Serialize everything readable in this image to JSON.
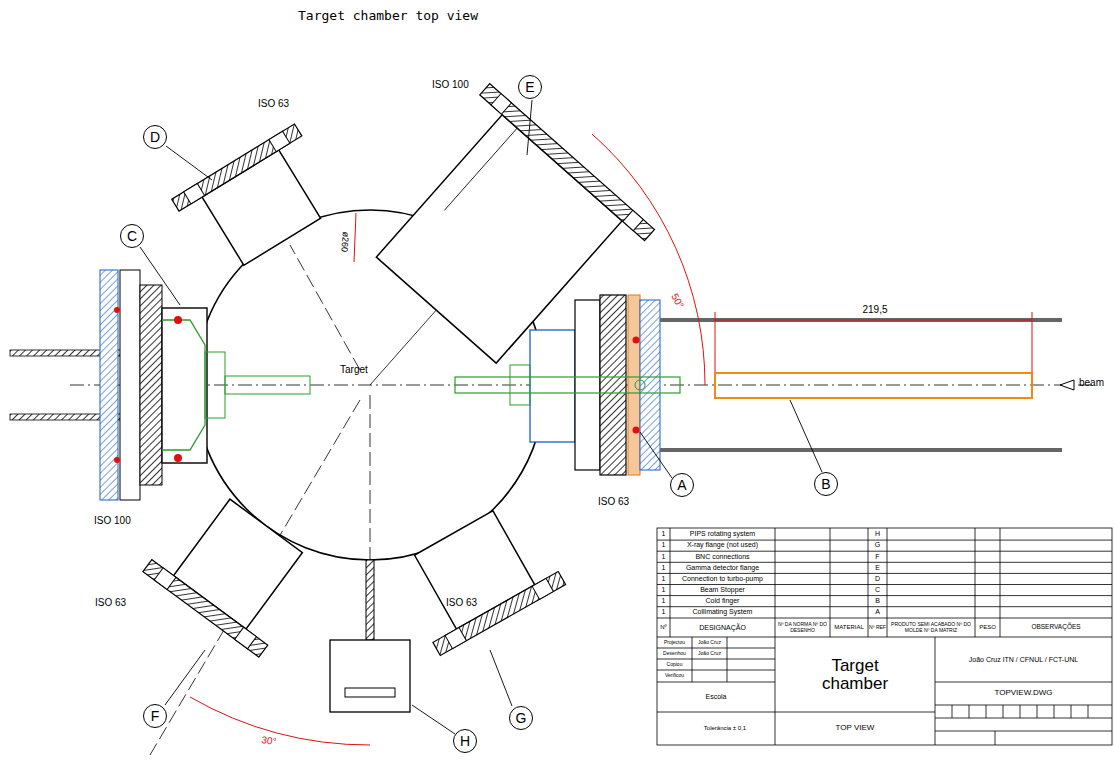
{
  "diagram": {
    "title": "Target chamber top view",
    "nodes": [
      {
        "text": [
          "E"
        ]
      },
      {
        "text": [
          "D"
        ]
      },
      {
        "text": [
          "C"
        ]
      },
      {
        "text": [
          "A"
        ]
      },
      {
        "text": [
          "B"
        ]
      },
      {
        "text": [
          "F"
        ]
      },
      {
        "text": [
          "G"
        ]
      },
      {
        "text": [
          "H"
        ]
      }
    ],
    "labels": [
      "ISO 63",
      "ISO 100",
      "ø260",
      "50°",
      "219,5",
      "beam",
      "Target",
      "ISO 100",
      "ISO 63",
      "ISO 63",
      "ISO 63",
      "30°",
      "1",
      "PIPS rotating system",
      "H",
      "1",
      "X-ray flange (not used)",
      "G",
      "1",
      "BNC connections",
      "F",
      "1",
      "Gamma detector flange",
      "E",
      "1",
      "Connection to turbo-pump",
      "D",
      "1",
      "Beam Stopper",
      "C",
      "1",
      "Cold finger",
      "B",
      "1",
      "Collimating System",
      "A",
      "Nº",
      "DESIGNAÇÃO",
      "Nº DA NORMA Nº DO DESENHO",
      "MATERIAL",
      "Nº REF",
      "PRODUTO SEMI ACABADO Nº DO MOLDE Nº DA MATRIZ",
      "PESO",
      "OBSERVAÇÕES",
      "Projectou",
      "João Cruz",
      "Desenhou",
      "João Cruz",
      "Copiou",
      "Verificou",
      "Escola",
      "Tolerância ± 0,1",
      "Target chamber",
      "João Cruz ITN / CFNUL / FCT-UNL",
      "TOPVIEW.DWG",
      "TOP VIEW"
    ]
  }
}
